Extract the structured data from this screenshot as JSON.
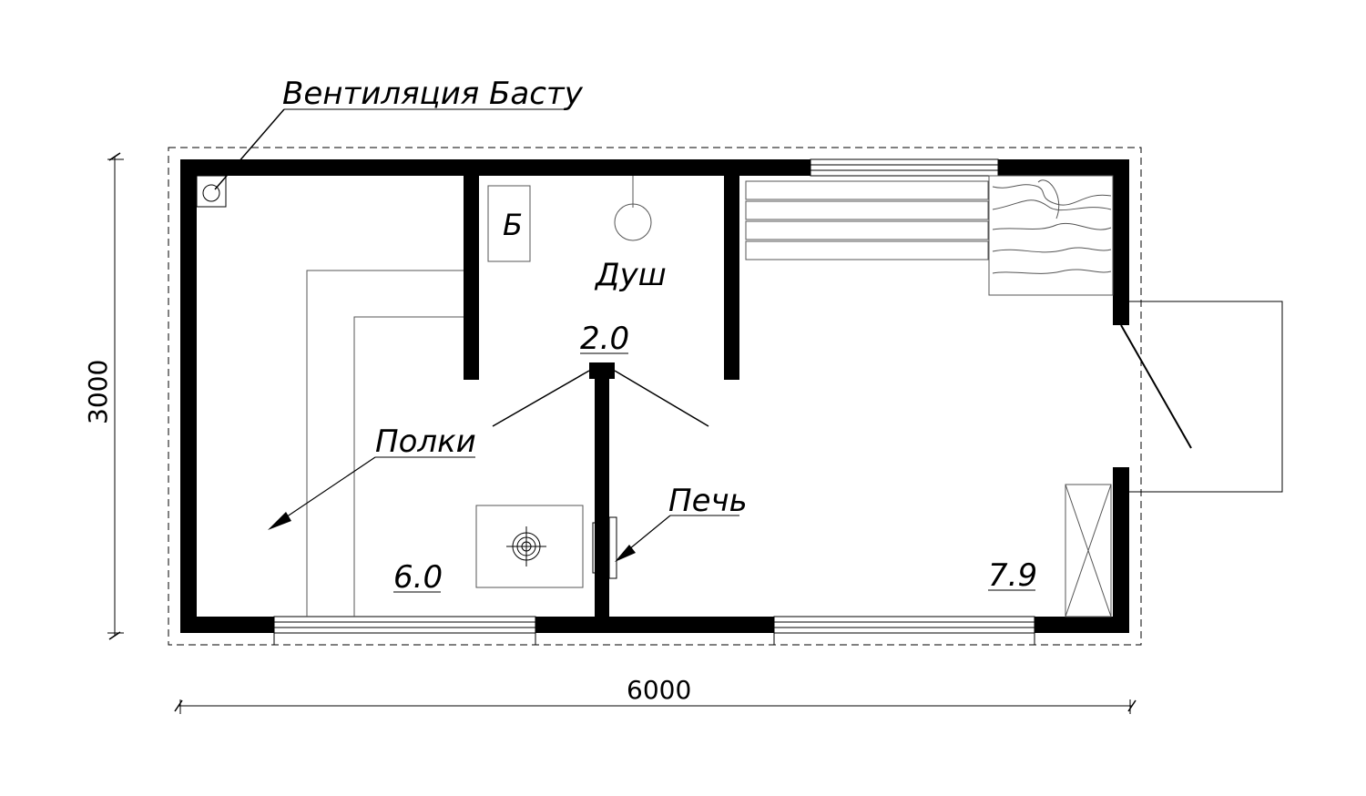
{
  "labels": {
    "ventilation": "Вентиляция Басту",
    "shelves": "Полки",
    "stove": "Печь",
    "shower": "Душ",
    "tank": "Б"
  },
  "areas": {
    "steam_room": "6.0",
    "shower_room": "2.0",
    "rest_room": "7.9"
  },
  "dimensions": {
    "width": "6000",
    "height": "3000"
  },
  "colors": {
    "ink": "#000000",
    "background": "#ffffff"
  }
}
